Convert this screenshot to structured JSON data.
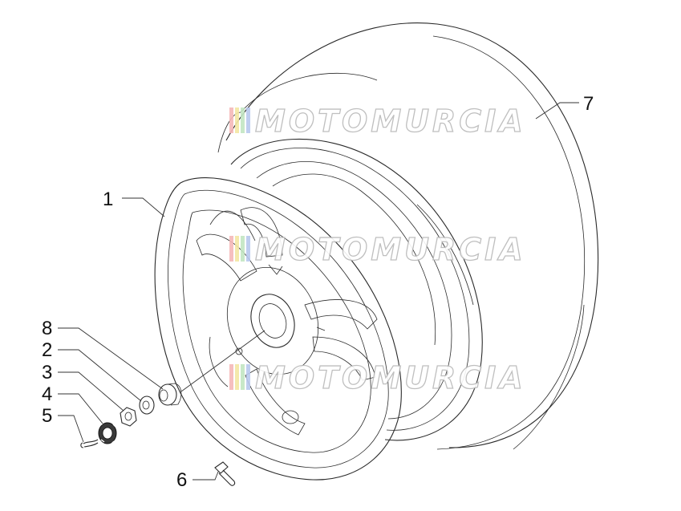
{
  "watermark": {
    "text": "MOTOMURCIA",
    "colors": [
      "#f6b9b9",
      "#f3e7a3",
      "#c3e6c3",
      "#b9c9ee"
    ]
  },
  "callouts": [
    "1",
    "2",
    "3",
    "4",
    "5",
    "6",
    "7",
    "8"
  ],
  "colors": {
    "line": "#2a2a2a",
    "background": "#ffffff"
  }
}
